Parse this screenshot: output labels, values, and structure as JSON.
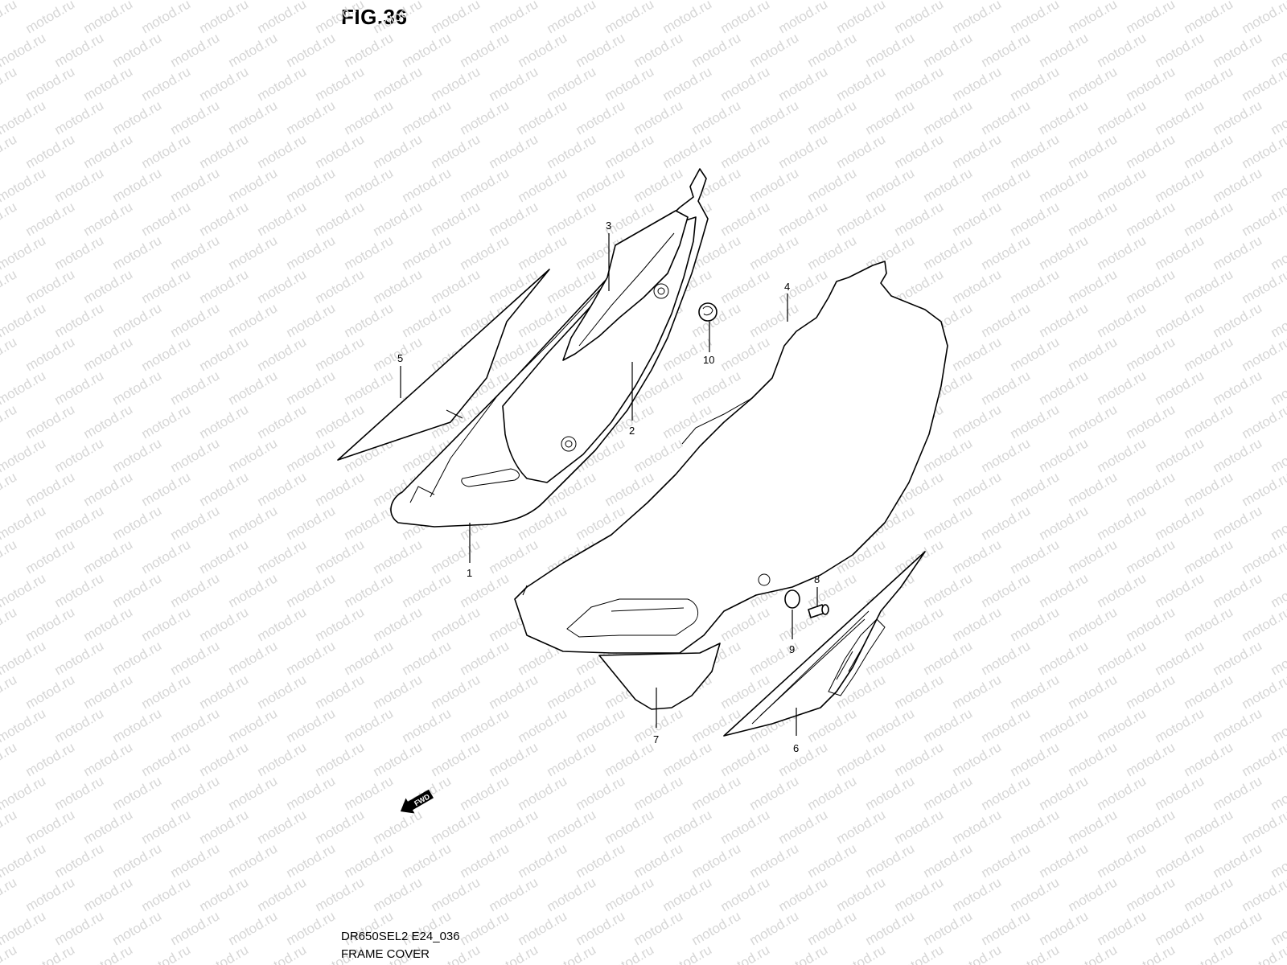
{
  "figure": {
    "title": "FIG.36",
    "code": "DR650SEL2 E24_036",
    "name": "FRAME COVER"
  },
  "watermark": {
    "text": "motod.ru",
    "color": "#d6d6d6"
  },
  "fwd_arrow": {
    "label": "FWD"
  },
  "callouts": [
    {
      "id": "1",
      "label": "1"
    },
    {
      "id": "2",
      "label": "2"
    },
    {
      "id": "3",
      "label": "3"
    },
    {
      "id": "4",
      "label": "4"
    },
    {
      "id": "5",
      "label": "5"
    },
    {
      "id": "6",
      "label": "6"
    },
    {
      "id": "7",
      "label": "7"
    },
    {
      "id": "8",
      "label": "8"
    },
    {
      "id": "9",
      "label": "9"
    },
    {
      "id": "10",
      "label": "10"
    }
  ]
}
